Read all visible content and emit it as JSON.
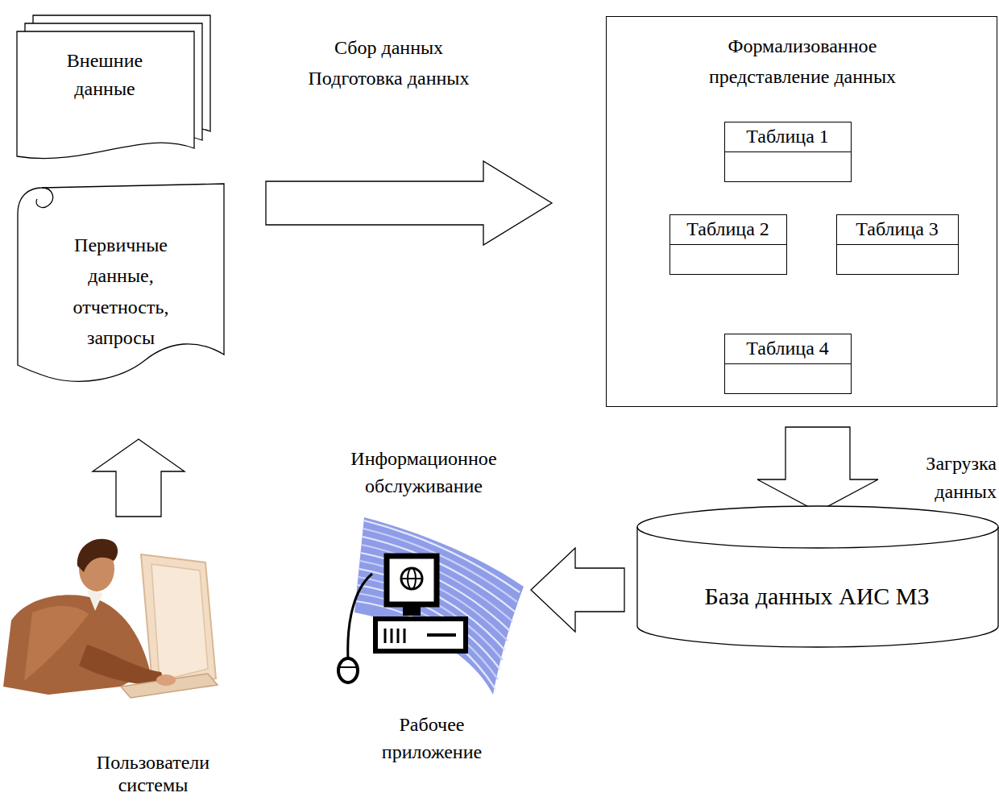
{
  "diagram": {
    "nodes": [
      {
        "text": [
          "Внешние данные"
        ]
      },
      {
        "text": [
          "Первичные данные, отчетность, запросы"
        ]
      },
      {
        "text": [
          "Формализованное представление данных"
        ]
      },
      {
        "text": [
          "Таблица 1"
        ],
        "in": 2
      },
      {
        "text": [
          "Таблица 2"
        ],
        "in": 2
      },
      {
        "text": [
          "Таблица 3"
        ],
        "in": 2
      },
      {
        "text": [
          "Таблица 4"
        ],
        "in": 2
      },
      {
        "text": [
          "База данных АИС МЗ"
        ]
      },
      {
        "text": [
          "Информационное обслуживание",
          "Рабочее приложение"
        ]
      },
      {
        "text": [
          "Пользователи системы"
        ]
      }
    ],
    "edges": [
      {
        "from": 1,
        "to": 2,
        "arrow": "to",
        "label": "Сбор данных Подготовка данных"
      },
      {
        "from": 2,
        "to": 7,
        "arrow": "to",
        "label": "Загрузка данных"
      },
      {
        "from": 7,
        "to": 8,
        "arrow": "to"
      },
      {
        "from": 9,
        "to": 1,
        "arrow": "to"
      }
    ]
  }
}
